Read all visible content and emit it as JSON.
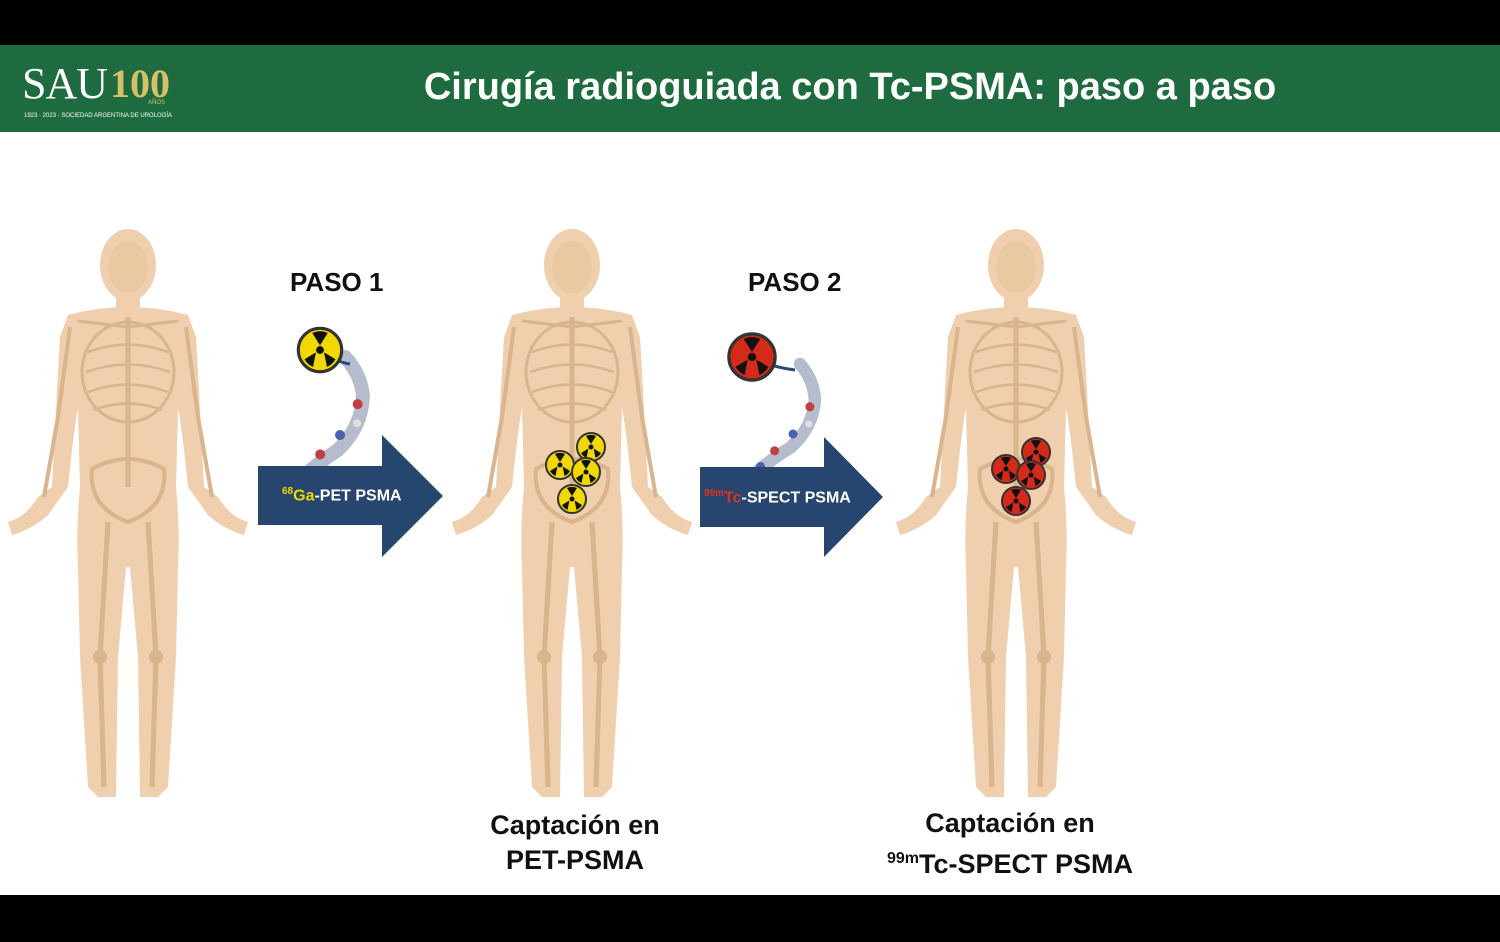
{
  "header": {
    "logo_text": "SAU",
    "logo_number": "100",
    "logo_anos": "AÑOS",
    "logo_subtitle": "1923 · 2023 · SOCIEDAD ARGENTINA DE UROLOGÍA",
    "title": "Cirugía radioguiada con Tc-PSMA: paso a paso"
  },
  "step1": {
    "label": "PASO 1",
    "arrow_isotope": "68",
    "arrow_element": "Ga",
    "arrow_text": "-PET PSMA"
  },
  "step2": {
    "label": "PASO 2",
    "arrow_isotope": "99m",
    "arrow_element": "Tc",
    "arrow_text": "-SPECT PSMA"
  },
  "captions": {
    "pet_line1": "Captación en",
    "pet_line2": "PET-PSMA",
    "spect_line1": "Captación en",
    "spect_iso": "99m",
    "spect_line2": "Tc-SPECT PSMA"
  },
  "colors": {
    "header_green": "#1e6b3f",
    "arrow_blue": "#27466f",
    "skin": "#efcfae",
    "bone": "#d9b48c",
    "radiation_yellow": "#f0d800",
    "radiation_red": "#d42a1a"
  },
  "icons": [
    "radiation-yellow-icon",
    "radiation-red-icon",
    "molecule-icon",
    "human-skeleton-figure"
  ]
}
